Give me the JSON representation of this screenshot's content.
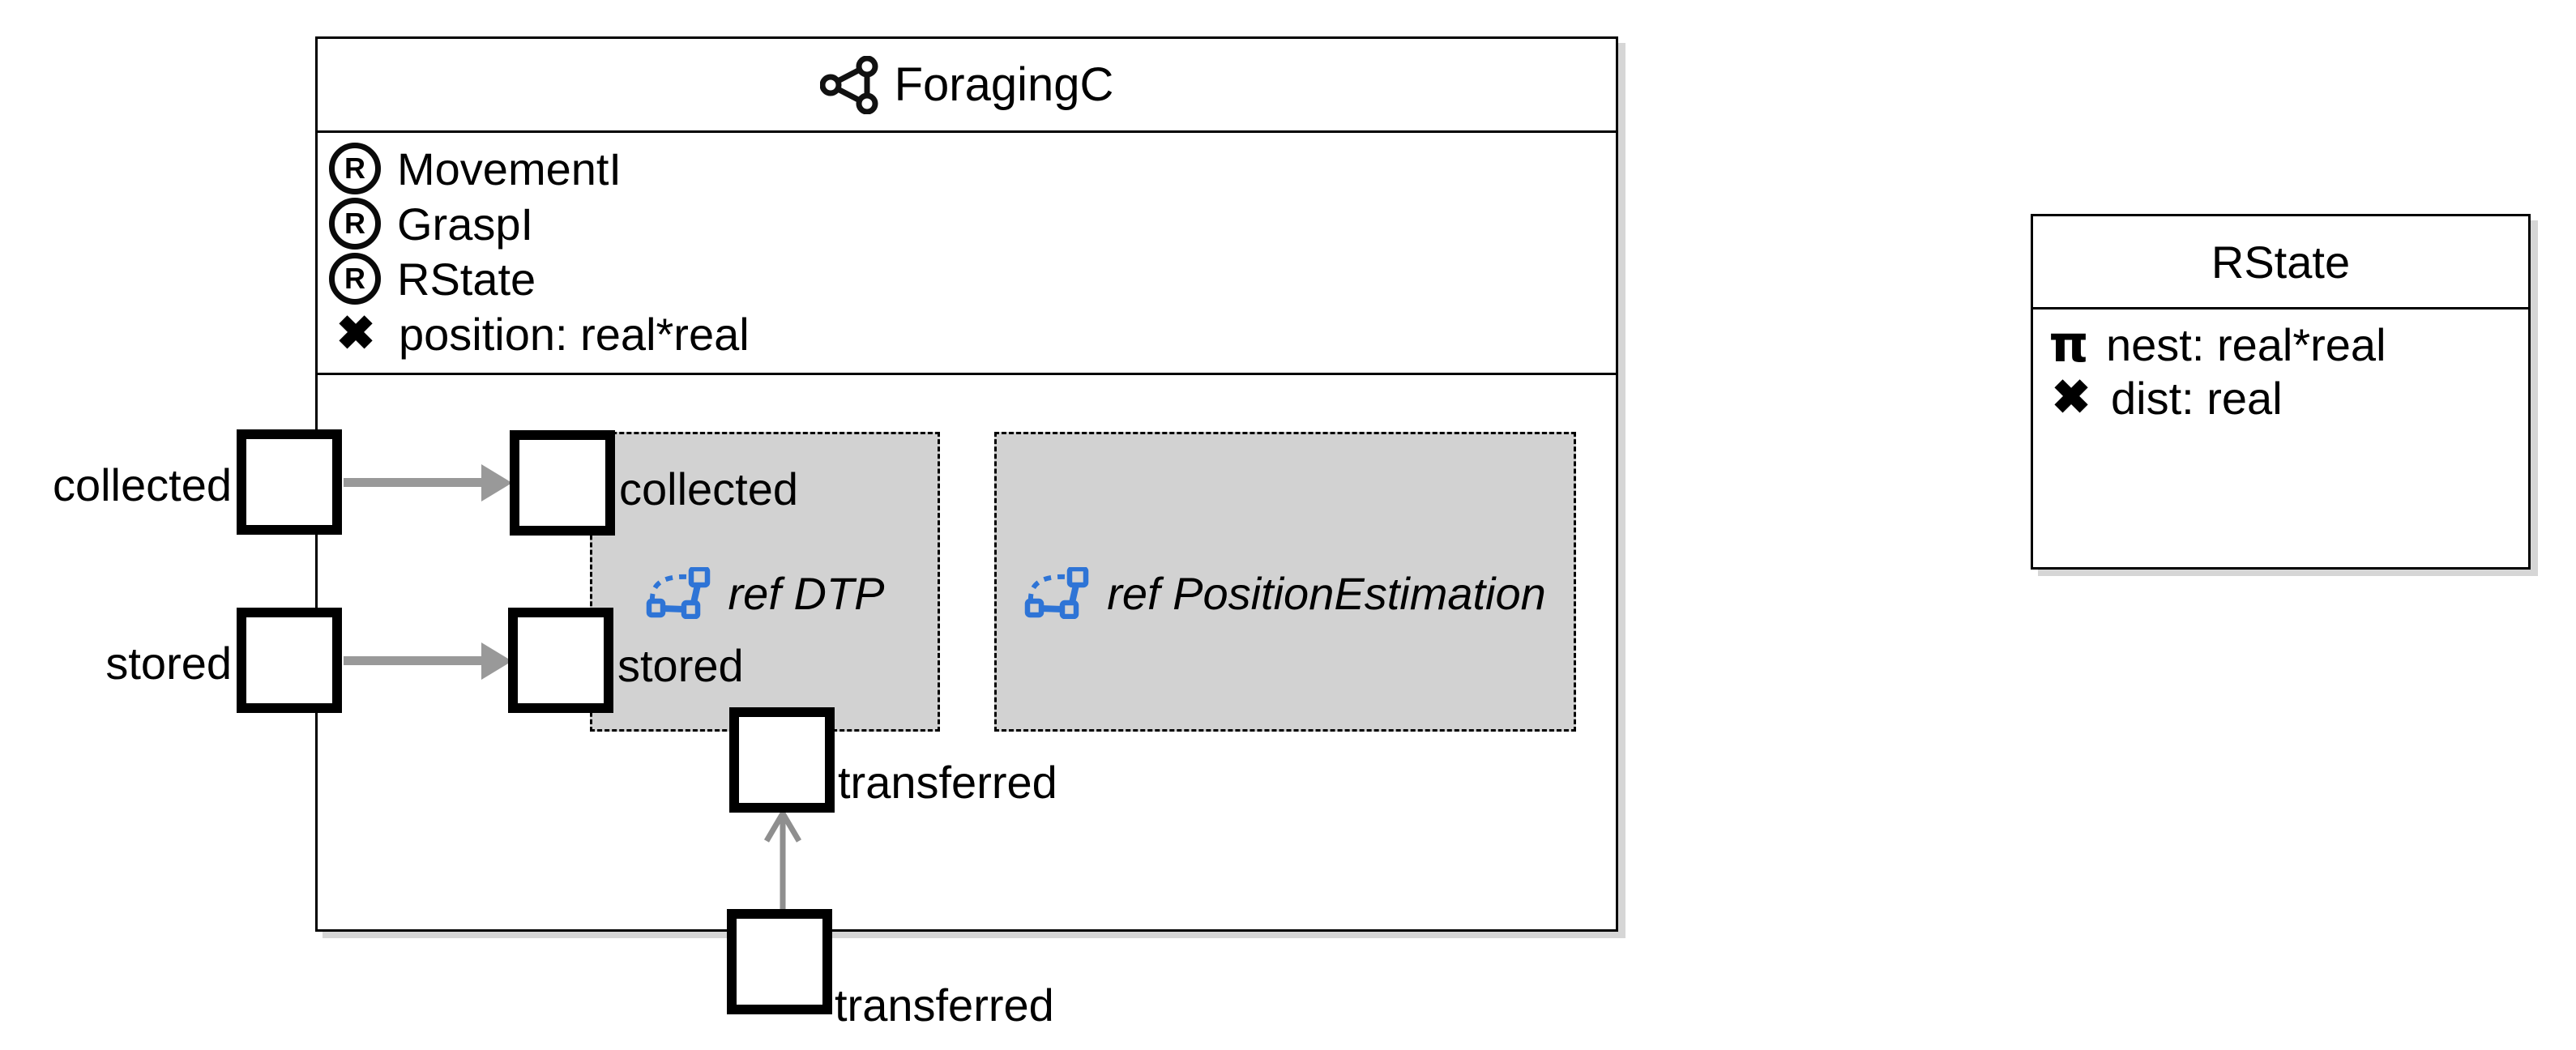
{
  "canvas": {
    "background": "#ffffff"
  },
  "colors": {
    "border": "#000000",
    "region_fill": "#d2d2d2",
    "accent_blue": "#2e74d6",
    "arrow_gray": "#999999",
    "shadow_gray": "#d6d6d6"
  },
  "icons": {
    "circled_r_glyph": "R",
    "attribute_x_glyph": "✖",
    "pi_glyph": "π",
    "component_icon": "network-nodes-icon",
    "reference_icon": "linked-nodes-icon"
  },
  "foraging": {
    "title": "ForagingC",
    "interfaces": [
      {
        "label": "MovementI"
      },
      {
        "label": "GraspI"
      },
      {
        "label": "RState"
      }
    ],
    "attribute": {
      "label": "position: real*real"
    },
    "regions": [
      {
        "label": "ref DTP"
      },
      {
        "label": "ref PositionEstimation"
      }
    ],
    "ports": {
      "outer_collected": "collected",
      "inner_collected": "collected",
      "outer_stored": "stored",
      "inner_stored": "stored",
      "inner_transferred": "transferred",
      "outer_transferred": "transferred"
    }
  },
  "rstate": {
    "title": "RState",
    "attributes": [
      {
        "label": "nest: real*real"
      },
      {
        "label": "dist: real"
      }
    ]
  }
}
